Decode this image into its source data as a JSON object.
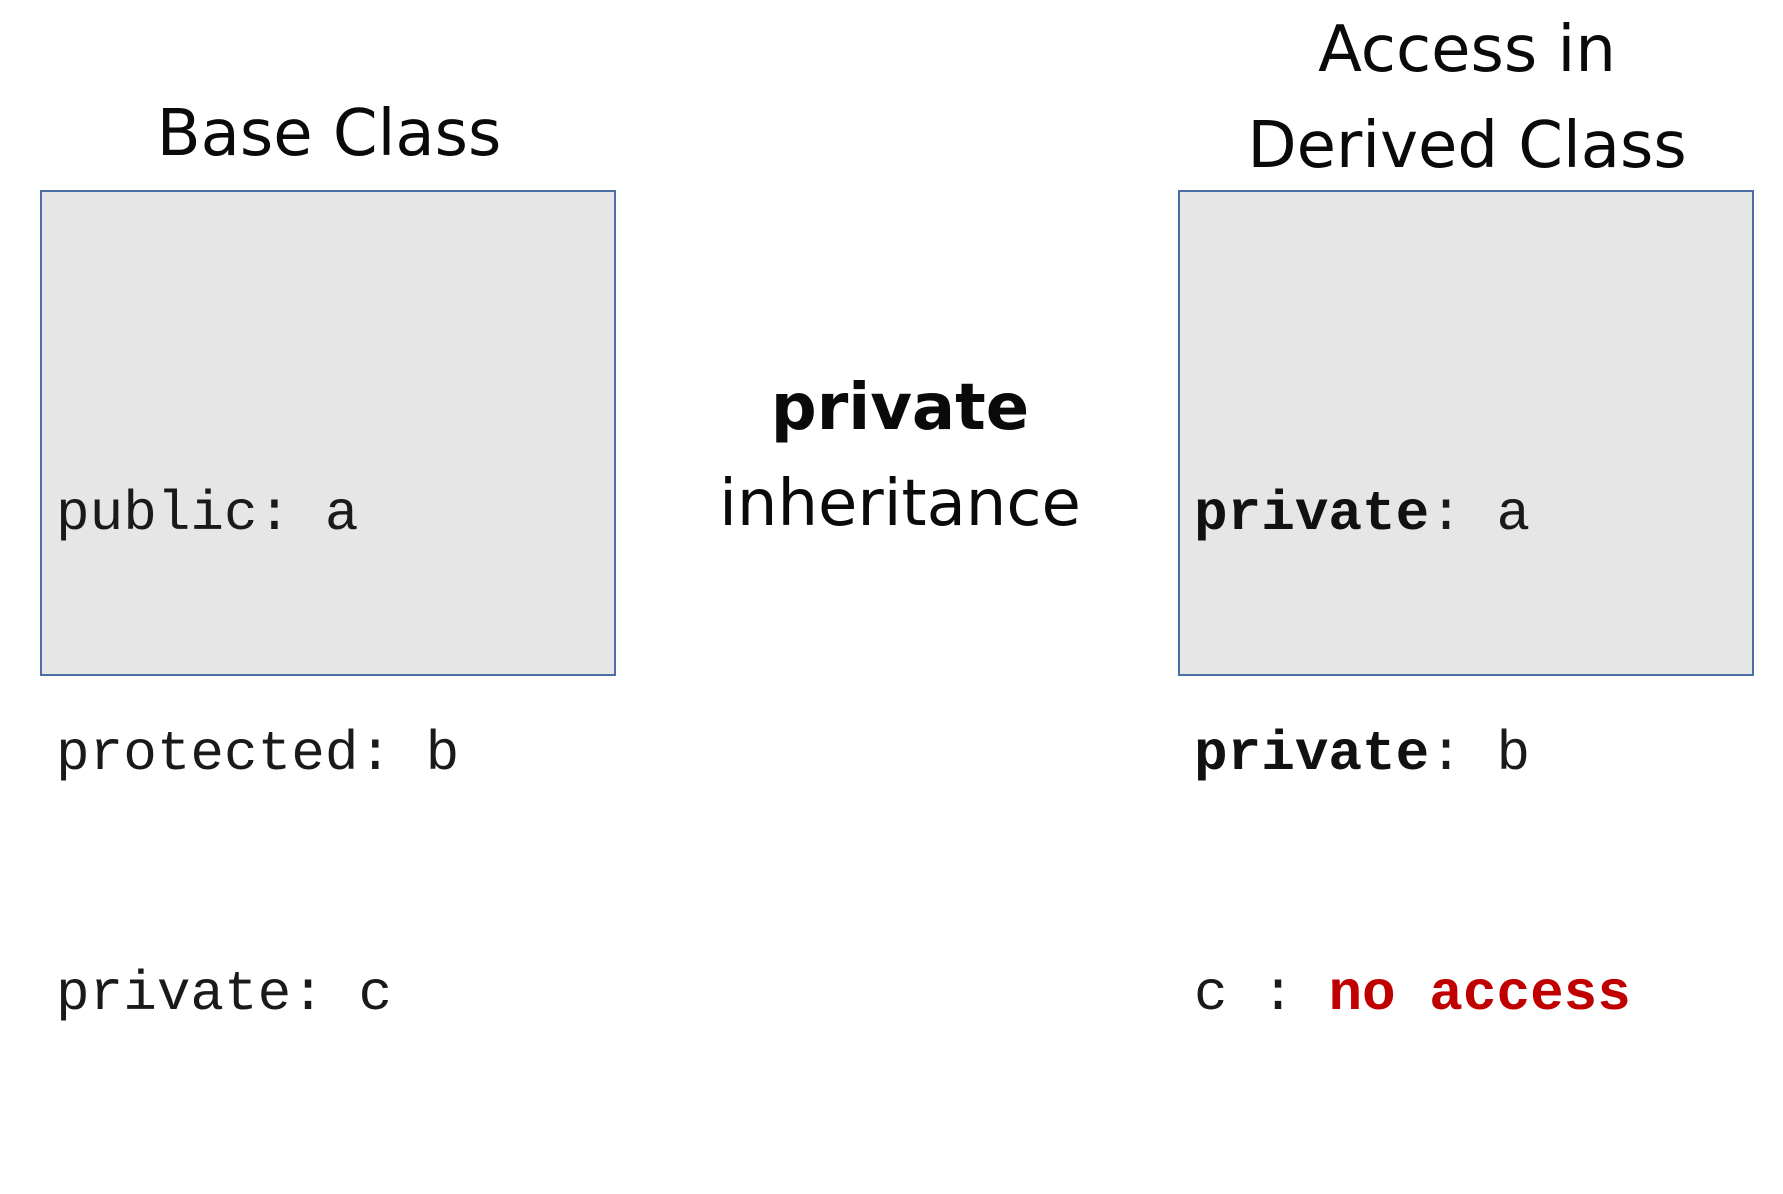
{
  "base": {
    "title": "Base Class",
    "lines": [
      {
        "keyword": "public",
        "sep": ": ",
        "member": "a"
      },
      {
        "keyword": "protected",
        "sep": ": ",
        "member": "b"
      },
      {
        "keyword": "private",
        "sep": ": ",
        "member": "c"
      }
    ]
  },
  "middle": {
    "mode": "private",
    "label": "inheritance"
  },
  "derived": {
    "title_line1": "Access in",
    "title_line2": "Derived Class",
    "lines": [
      {
        "keyword": "private",
        "sep": ": ",
        "member": "a"
      },
      {
        "keyword": "private",
        "sep": ": ",
        "member": "b"
      },
      {
        "member": "c",
        "sep": " : ",
        "status": "no access"
      }
    ]
  },
  "colors": {
    "box_fill": "#e6e6e6",
    "box_border": "#4a6fa5",
    "no_access": "#c00000"
  }
}
